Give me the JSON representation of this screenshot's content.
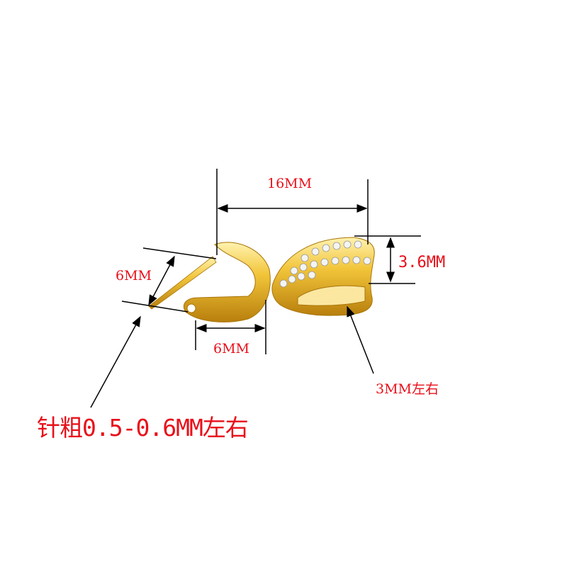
{
  "annotations": {
    "width_label": "16MM",
    "height_label": "3.6MM",
    "pin_length_label": "6MM",
    "opening_label": "6MM",
    "thickness_label": "3MM左右",
    "pin_gauge_label": "针粗0.5-0.6MM左右"
  },
  "colors": {
    "annotation_text": "#e8101a",
    "gold": "#e6b422",
    "line": "#000000"
  }
}
